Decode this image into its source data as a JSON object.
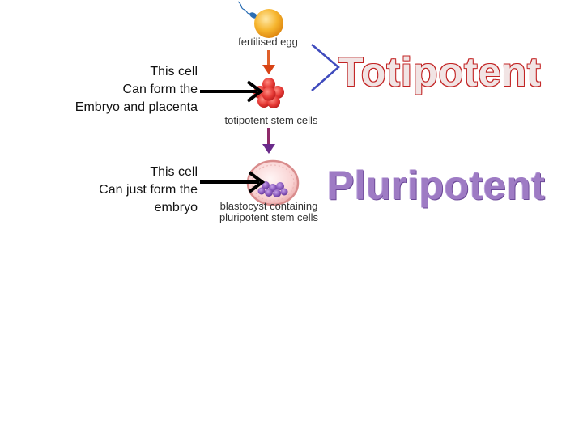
{
  "notes": {
    "top": [
      "This cell",
      "Can form the",
      "Embryo and placenta"
    ],
    "bottom": [
      "This cell",
      "Can just form the",
      "embryo"
    ]
  },
  "diagram": {
    "egg_label": "fertilised egg",
    "toti_label": "totipotent stem cells",
    "blast_label": [
      "blastocyst containing",
      "pluripotent stem cells"
    ]
  },
  "headings": {
    "totipotent": "Totipotent",
    "pluripotent": "Pluripotent"
  },
  "colors": {
    "egg": "#f5a623",
    "totipotent_cells": "#d32f2f",
    "blastocyst": "#f8c9c9",
    "inner_cells": "#7b4fa8",
    "arrow": "#000000",
    "chevron": "#3f4bbd"
  }
}
